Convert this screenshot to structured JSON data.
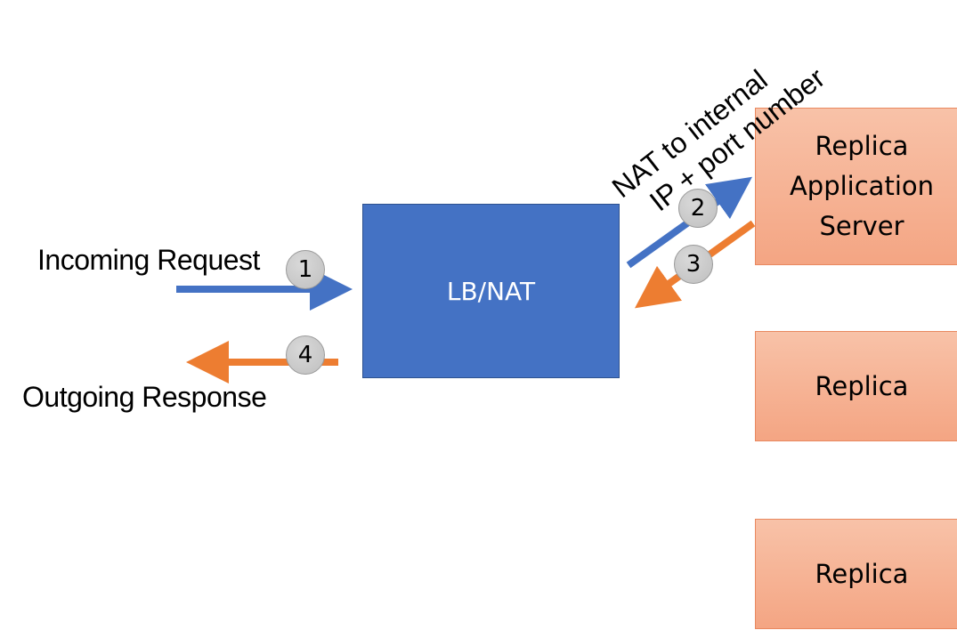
{
  "diagram": {
    "lb_label": "LB/NAT",
    "replicas": [
      {
        "label": "Replica\nApplication\nServer"
      },
      {
        "label": "Replica"
      },
      {
        "label": "Replica"
      }
    ],
    "incoming_label": "Incoming Request",
    "outgoing_label": "Outgoing Response",
    "nat_note_line1": "NAT to internal",
    "nat_note_line2": "IP + port number",
    "steps": [
      "1",
      "2",
      "3",
      "4"
    ],
    "colors": {
      "request_arrow": "#4472c4",
      "response_arrow": "#ed7d31",
      "lb_fill": "#4472c4",
      "replica_fill": "#f4a583",
      "badge_fill": "#bfbfbf"
    }
  }
}
